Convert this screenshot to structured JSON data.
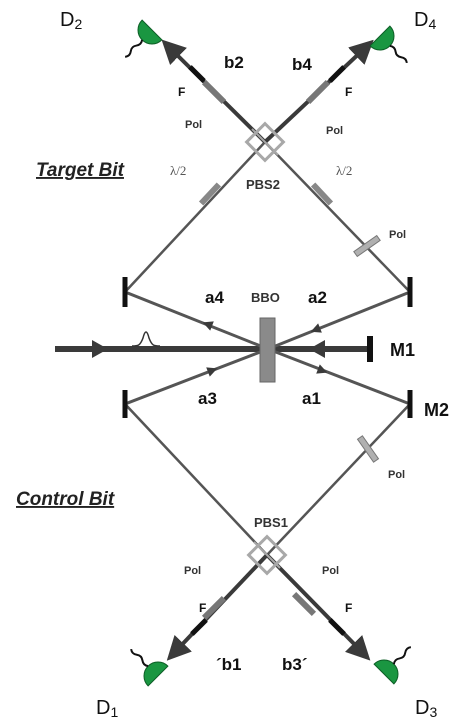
{
  "sections": {
    "target": "Target Bit",
    "control": "Control Bit"
  },
  "crystal": "BBO",
  "mirrors": {
    "m1": "M1",
    "m2": "M2"
  },
  "modes": {
    "a1": "a1",
    "a2": "a2",
    "a3": "a3",
    "a4": "a4",
    "b1": "´b1",
    "b2": "b2",
    "b3": "b3´",
    "b4": "b4"
  },
  "beam_splitters": {
    "pbs1": "PBS1",
    "pbs2": "PBS2"
  },
  "polarizers": {
    "label": "Pol"
  },
  "filters": {
    "label": "F"
  },
  "waveplates": {
    "label": "λ/2"
  },
  "detectors": {
    "d1": {
      "letter": "D",
      "sub": "1"
    },
    "d2": {
      "letter": "D",
      "sub": "2"
    },
    "d3": {
      "letter": "D",
      "sub": "3"
    },
    "d4": {
      "letter": "D",
      "sub": "4"
    }
  },
  "colors": {
    "detector": "#1a9641",
    "beam": "#555555",
    "beam_dark": "#3a3a3a",
    "optic": "#888888",
    "pbs": "#a8a8a8",
    "mirror": "#111111",
    "crystal": "#8a8a8a"
  },
  "icons": {
    "detector": "photodetector-icon",
    "mirror": "mirror-icon",
    "pbs": "polarizing-beam-splitter-icon",
    "polarizer": "polarizer-icon",
    "waveplate": "half-wave-plate-icon",
    "filter": "filter-icon",
    "pulse": "pump-pulse-icon"
  }
}
